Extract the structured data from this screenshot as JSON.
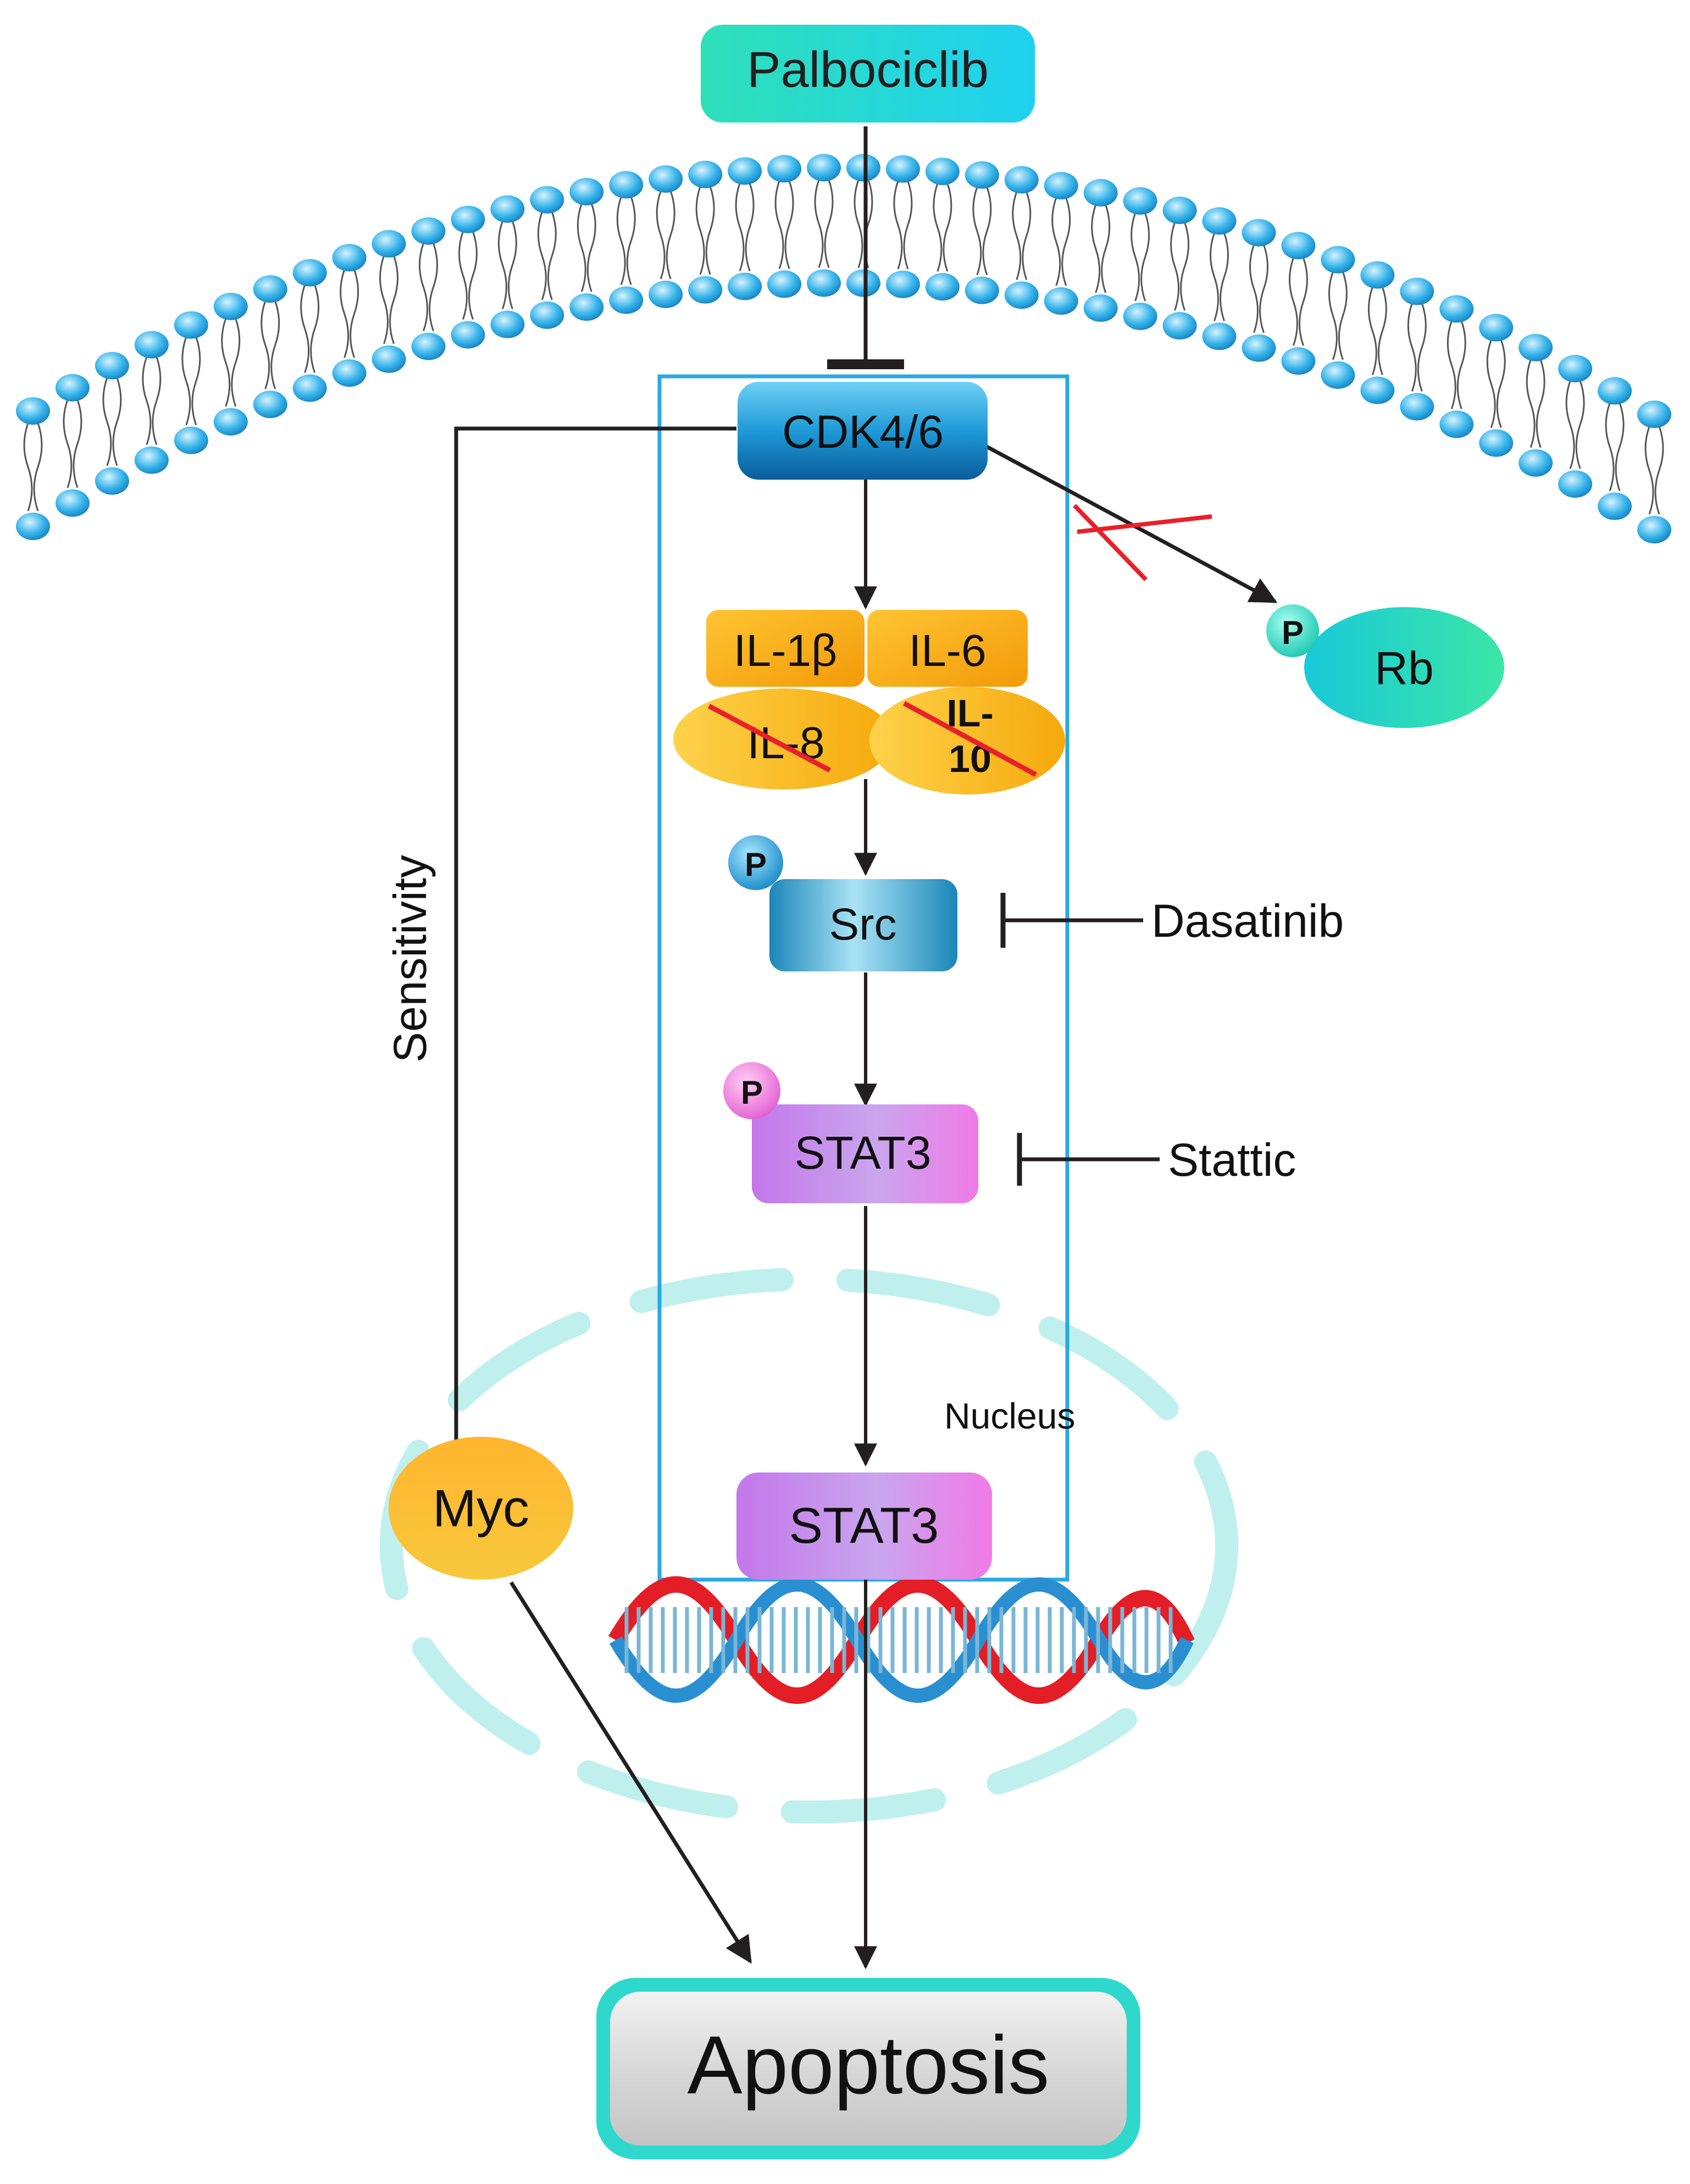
{
  "colors": {
    "membrane_head": "#29a9e0",
    "box_outline": "#29a9e0",
    "nucleus": "#bff0ee",
    "inhibition_cross": "#e8202a",
    "arrow": "#231f20"
  },
  "nodes": {
    "drug": "Palbociclib",
    "cdk": "CDK4/6",
    "rb": "Rb",
    "rb_phospho": "P",
    "il1b": "IL-1β",
    "il6": "IL-6",
    "il8": "IL-8",
    "il10_line1": "IL-",
    "il10_line2": "10",
    "src": "Src",
    "src_phospho": "P",
    "stat3_cyto": "STAT3",
    "stat3_phospho": "P",
    "stat3_nuc": "STAT3",
    "myc": "Myc",
    "apoptosis": "Apoptosis"
  },
  "labels": {
    "sensitivity": "Sensitivity",
    "dasatinib": "Dasatinib",
    "stattic": "Stattic",
    "nucleus": "Nucleus"
  },
  "icons": {
    "membrane": "lipid-bilayer-icon",
    "dna": "dna-helix-icon"
  }
}
